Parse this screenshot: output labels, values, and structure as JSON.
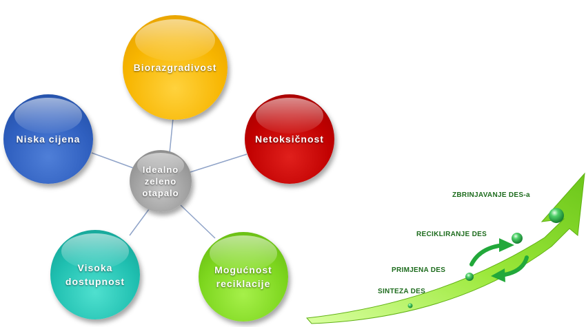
{
  "cycle": {
    "center": {
      "line1": "Idealno",
      "line2": "zeleno",
      "line3": "otapalo"
    },
    "nodes": {
      "biorazgradivost": "Biorazgradivost",
      "netoksicnost": "Netoksičnost",
      "niska_cijena": "Niska cijena",
      "visoka_line1": "Visoka",
      "visoka_line2": "dostupnost",
      "mogucnost_line1": "Mogućnost",
      "mogucnost_line2": "reciklacije"
    }
  },
  "process": {
    "steps": {
      "sinteza": "SINTEZA DES",
      "primjena": "PRIMJENA DES",
      "recikliranje": "RECIKLIRANJE DES",
      "zbrinjavanje": "ZBRINJAVANJE DES-a"
    }
  },
  "colors": {
    "biorazgradivost": "#f7b500",
    "netoksicnost": "#c00000",
    "niska_cijena": "#2f5fbf",
    "center": "#9c9c9c",
    "visoka_dostupnost": "#1fbfb0",
    "mogucnost_reciklacije": "#7dd61e",
    "arrow": "#8ee62a",
    "recycle_arrows": "#22a83a",
    "step_text": "#1c6b1c"
  }
}
